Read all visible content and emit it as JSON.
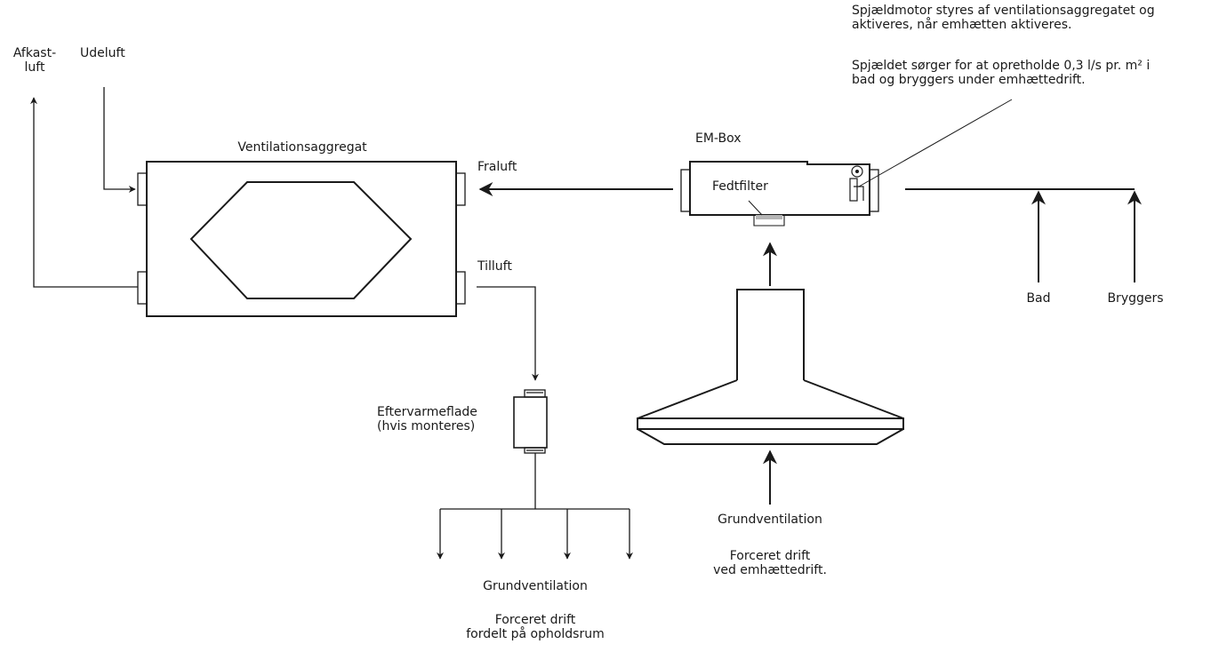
{
  "labels": {
    "afkast_l1": "Afkast-",
    "afkast_l2": "luft",
    "udeluft": "Udeluft",
    "aggregat": "Ventilationsaggregat",
    "fraluft": "Fraluft",
    "tilluft": "Tilluft",
    "embox": "EM-Box",
    "fedtfilter": "Fedtfilter",
    "note1_l1": "Spjældmotor styres af ventilationsaggregatet og",
    "note1_l2": "aktiveres, når emhætten aktiveres.",
    "note2_l1": "Spjældet sørger for at opretholde 0,3 l/s pr. m² i",
    "note2_l2": "bad og bryggers under emhættedrift.",
    "bad": "Bad",
    "bryggers": "Bryggers",
    "eftervarme_l1": "Eftervarmeflade",
    "eftervarme_l2": "(hvis monteres)",
    "grund_left": "Grundventilation",
    "forceret_left_l1": "Forceret drift",
    "forceret_left_l2": "fordelt på opholdsrum",
    "grund_mid": "Grundventilation",
    "forceret_mid_l1": "Forceret drift",
    "forceret_mid_l2": "ved emhættedrift."
  }
}
